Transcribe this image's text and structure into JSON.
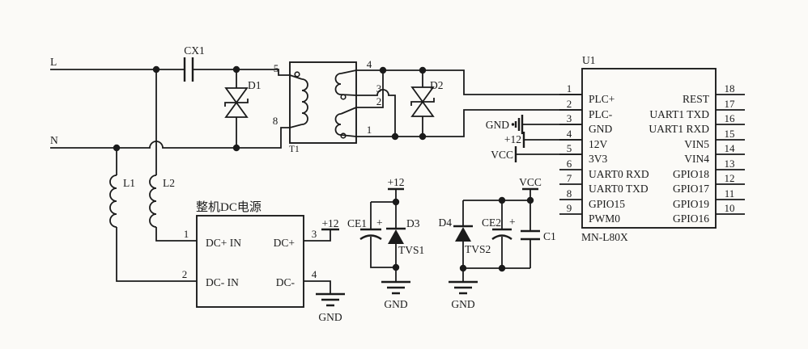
{
  "colors": {
    "background": "#fbfaf7",
    "line": "#1b1b1b"
  },
  "schematic": {
    "ac_input": {
      "l": "L",
      "n": "N"
    },
    "cx1": "CX1",
    "d1": "D1",
    "d2": "D2",
    "transformer": {
      "designator": "T1",
      "pins": {
        "p5": "5",
        "p8": "8",
        "p4": "4",
        "p3": "3",
        "p2": "2",
        "p1": "1"
      }
    },
    "inductors": {
      "l1": "L1",
      "l2": "L2"
    },
    "dc_module": {
      "title": "整机DC电源",
      "pin1": "1",
      "pin2": "2",
      "pin3": "3",
      "pin4": "4",
      "dc_plus_in": "DC+ IN",
      "dc_minus_in": "DC- IN",
      "dc_plus": "DC+",
      "dc_minus": "DC-",
      "out_rail": "+12",
      "out_gnd": "GND"
    },
    "left_filter": {
      "rail": "+12",
      "ce1": "CE1",
      "plus": "+",
      "d3": "D3",
      "tvs1": "TVS1",
      "gnd": "GND"
    },
    "right_filter": {
      "rail": "VCC",
      "d4": "D4",
      "tvs2": "TVS2",
      "ce2": "CE2",
      "plus": "+",
      "c1": "C1",
      "gnd": "GND"
    },
    "chip": {
      "designator": "U1",
      "part": "MN-L80X",
      "gnd_label": "GND",
      "p12_label": "+12",
      "vcc_label": "VCC",
      "left_pins": [
        {
          "num": "1",
          "name": "PLC+"
        },
        {
          "num": "2",
          "name": "PLC-"
        },
        {
          "num": "3",
          "name": "GND"
        },
        {
          "num": "4",
          "name": "12V"
        },
        {
          "num": "5",
          "name": "3V3"
        },
        {
          "num": "6",
          "name": "UART0 RXD"
        },
        {
          "num": "7",
          "name": "UART0 TXD"
        },
        {
          "num": "8",
          "name": "GPIO15"
        },
        {
          "num": "9",
          "name": "PWM0"
        }
      ],
      "right_pins": [
        {
          "num": "18",
          "name": "REST"
        },
        {
          "num": "17",
          "name": "UART1 TXD"
        },
        {
          "num": "16",
          "name": "UART1 RXD"
        },
        {
          "num": "15",
          "name": "VIN5"
        },
        {
          "num": "14",
          "name": "VIN4"
        },
        {
          "num": "13",
          "name": "GPIO18"
        },
        {
          "num": "12",
          "name": "GPIO17"
        },
        {
          "num": "11",
          "name": "GPIO19"
        },
        {
          "num": "10",
          "name": "GPIO16"
        }
      ]
    }
  }
}
